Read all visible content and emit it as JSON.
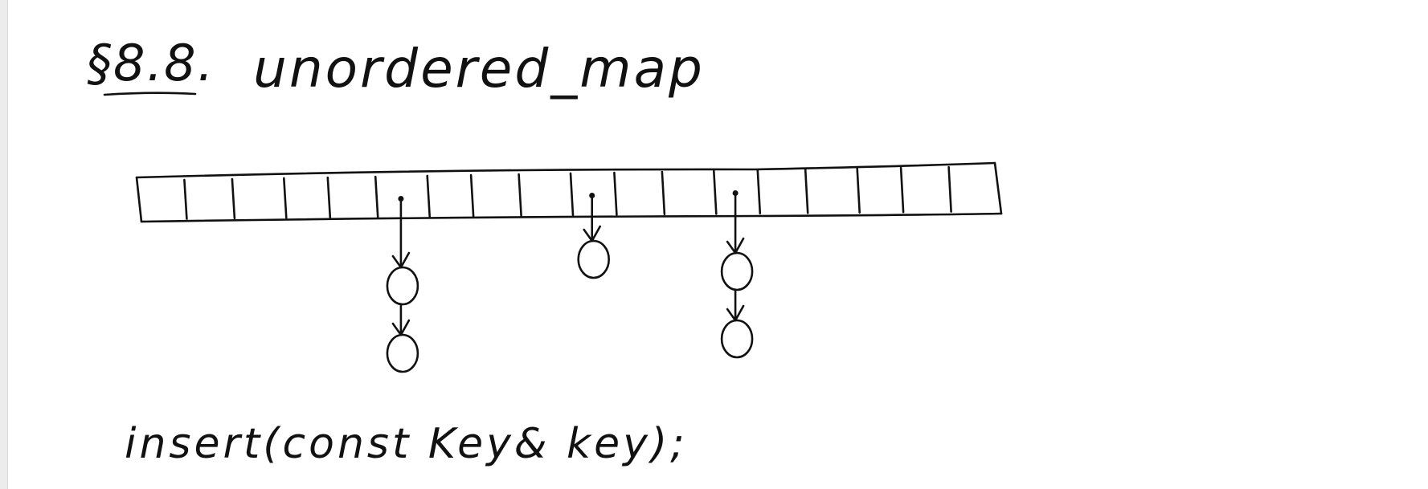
{
  "section": {
    "number": "§8.8.",
    "title": "unordered_map"
  },
  "diagram": {
    "bucket_count": 18,
    "chains": [
      {
        "bucket": 5,
        "node_count": 2
      },
      {
        "bucket": 9,
        "node_count": 1
      },
      {
        "bucket": 12,
        "node_count": 2
      }
    ]
  },
  "code": {
    "line": "insert(const Key& key);"
  },
  "colors": {
    "ink": "#111111",
    "paper": "#ffffff"
  }
}
